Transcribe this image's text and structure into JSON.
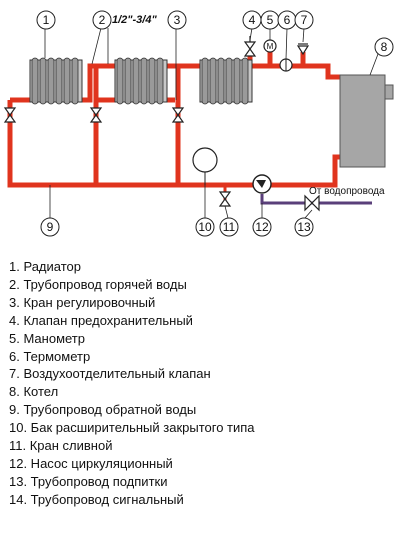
{
  "diagram": {
    "pipe_size_label": "1/2\"-3/4\"",
    "water_supply_label": "От водопровода",
    "callouts": [
      "1",
      "2",
      "3",
      "4",
      "5",
      "6",
      "7",
      "8",
      "9",
      "10",
      "11",
      "12",
      "13"
    ],
    "colors": {
      "hot_pipe": "#e0341e",
      "return_pipe": "#e0341e",
      "makeup_pipe": "#5a3f7a",
      "radiator": "#9a9a9a",
      "boiler": "#a6a6a6",
      "outline": "#222222"
    },
    "icons": [
      "radiator-icon",
      "valve-icon",
      "boiler-icon",
      "expansion-tank-icon",
      "pump-icon",
      "thermometer-icon",
      "pressure-gauge-icon"
    ]
  },
  "legend": [
    "1. Радиатор",
    "2. Трубопровод горячей воды",
    "3. Кран регулировочный",
    "4. Клапан предохранительный",
    "5. Манометр",
    "6. Термометр",
    "7. Воздухоотделительный клапан",
    "8. Котел",
    "9. Трубопровод обратной воды",
    "10. Бак расширительный закрытого типа",
    "11. Кран сливной",
    "12. Насос циркуляционный",
    "13. Трубопровод подпитки",
    "14. Трубопровод сигнальный"
  ]
}
